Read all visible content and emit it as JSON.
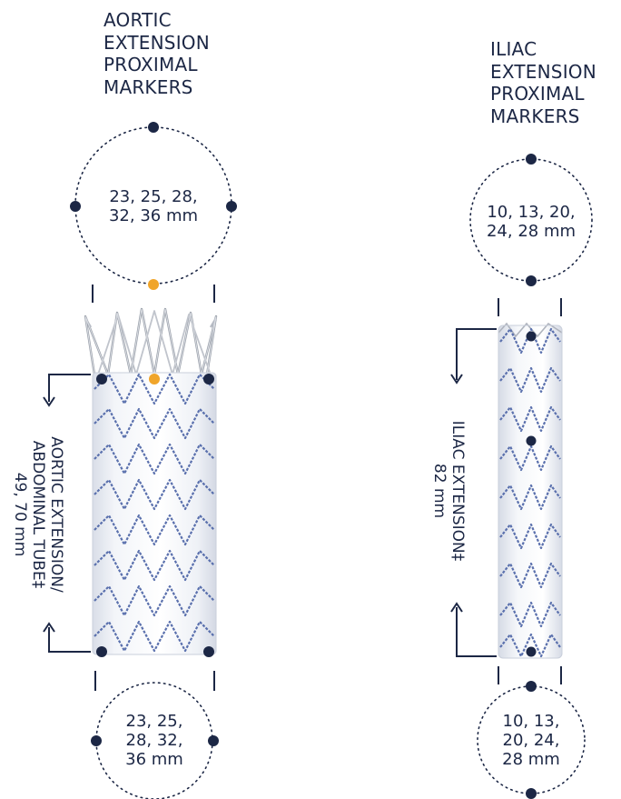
{
  "aortic": {
    "header_lines": [
      "AORTIC",
      "EXTENSION",
      "PROXIMAL",
      "MARKERS"
    ],
    "top_sizes_lines": [
      "23, 25, 28,",
      "32, 36 mm"
    ],
    "bottom_sizes_lines": [
      "23, 25,",
      "28, 32,",
      "36 mm"
    ],
    "length_label_lines": [
      "AORTIC EXTENSION/",
      "ABDOMINAL TUBE‡",
      "49, 70 mm"
    ]
  },
  "iliac": {
    "header_lines": [
      "ILIAC",
      "EXTENSION",
      "PROXIMAL",
      "MARKERS"
    ],
    "top_sizes_lines": [
      "10, 13, 20,",
      "24, 28 mm"
    ],
    "bottom_sizes_lines": [
      "10, 13,",
      "20, 24,",
      "28 mm"
    ],
    "length_label_lines": [
      "ILIAC EXTENSION‡",
      "82 mm"
    ]
  },
  "colors": {
    "marker_navy": "#1c2745",
    "marker_gold": "#f0a52a",
    "graft_fabric": "#eef1f6",
    "stent_wire": "#4e66a8"
  }
}
